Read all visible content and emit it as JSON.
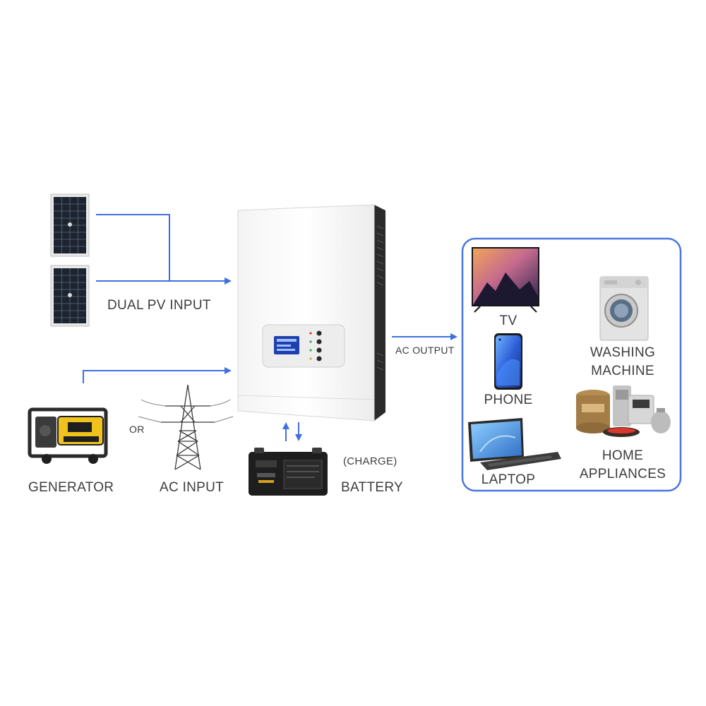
{
  "labels": {
    "dual_pv_input": "DUAL PV INPUT",
    "ac_output": "AC OUTPUT",
    "or": "OR",
    "generator": "GENERATOR",
    "ac_input": "AC INPUT",
    "charge": "(CHARGE)",
    "battery": "BATTERY"
  },
  "devices": {
    "tv": "TV",
    "phone": "PHONE",
    "laptop": "LAPTOP",
    "washing_machine_line1": "WASHING",
    "washing_machine_line2": "MACHINE",
    "home_appliances_line1": "HOME",
    "home_appliances_line2": "APPLIANCES"
  },
  "colors": {
    "connector": "#3f6fe0",
    "output_frame": "#4a76e0",
    "inverter_body": "#ffffff",
    "inverter_side": "#2b2b2b"
  },
  "icons": [
    "solar-panel-icon",
    "inverter-icon",
    "generator-icon",
    "power-tower-icon",
    "battery-icon",
    "tv-icon",
    "phone-icon",
    "laptop-icon",
    "washing-machine-icon",
    "home-appliances-icon"
  ]
}
